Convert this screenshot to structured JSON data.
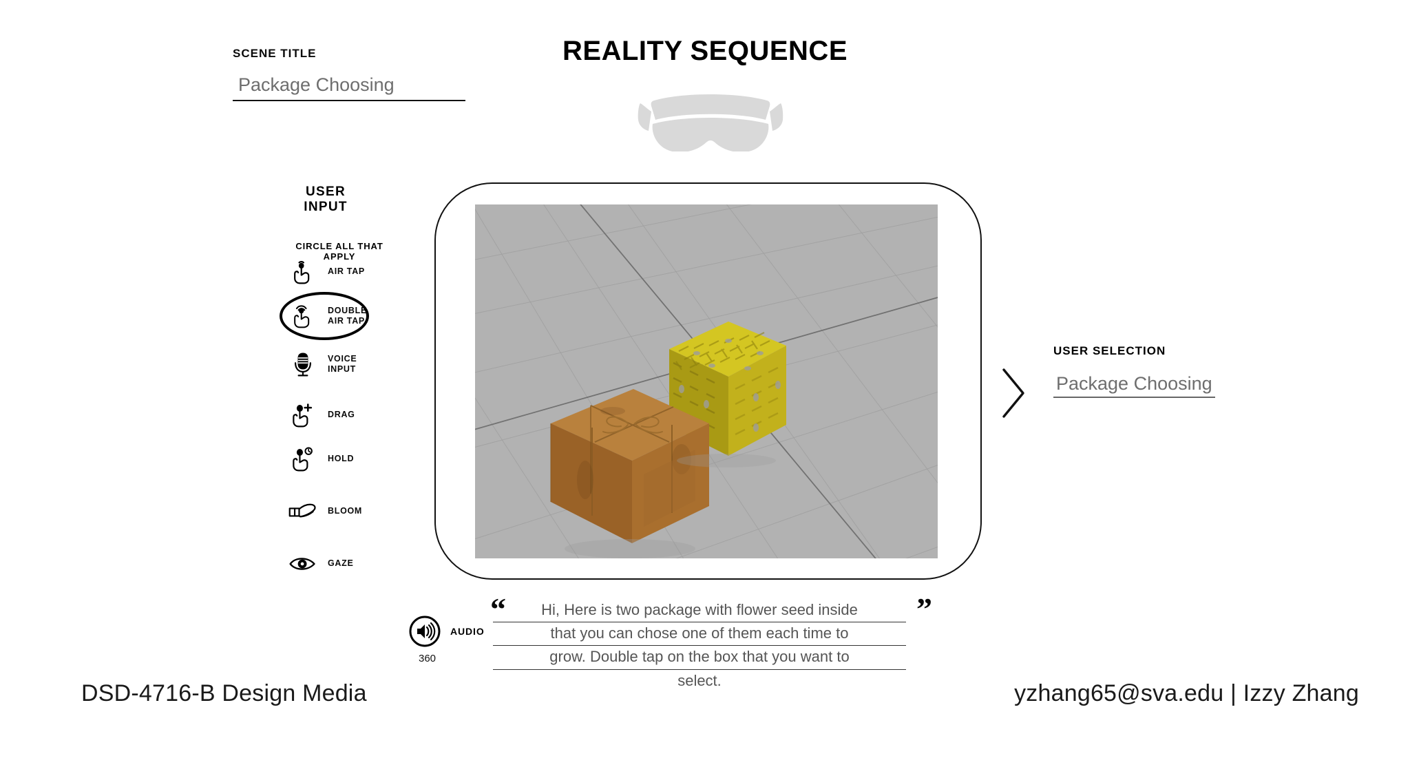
{
  "header": {
    "main_heading": "REALITY SEQUENCE",
    "scene_title_label": "SCENE TITLE",
    "scene_title_value": "Package Choosing",
    "headset_icon": "ar-headset-icon"
  },
  "user_input": {
    "section_label": "USER INPUT",
    "instruction": "CIRCLE ALL THAT APPLY",
    "selected": "DOUBLE AIR TAP",
    "options": [
      {
        "label": "AIR TAP",
        "icon": "air-tap-icon",
        "selected": false
      },
      {
        "label": "DOUBLE\nAIR TAP",
        "icon": "double-air-tap-icon",
        "selected": true
      },
      {
        "label": "VOICE\nINPUT",
        "icon": "microphone-icon",
        "selected": false
      },
      {
        "label": "DRAG",
        "icon": "drag-icon",
        "selected": false
      },
      {
        "label": "HOLD",
        "icon": "hold-icon",
        "selected": false
      },
      {
        "label": "BLOOM",
        "icon": "bloom-hand-icon",
        "selected": false
      },
      {
        "label": "GAZE",
        "icon": "eye-gaze-icon",
        "selected": false
      }
    ]
  },
  "scene": {
    "description": "3D grey gridded floor with two packages",
    "background_color": "#b2b2b2",
    "objects": [
      {
        "name": "brown-parcel-box",
        "color": "#b3752f",
        "detail": "kraft paper box tied with twine bow"
      },
      {
        "name": "yellow-lattice-box",
        "color": "#c7bb1c",
        "detail": "gold woven lattice cube"
      }
    ]
  },
  "audio": {
    "label": "AUDIO",
    "mode": "360",
    "icon": "speaker-icon"
  },
  "caption": {
    "open_quote": "“",
    "close_quote": "”",
    "lines": [
      "Hi, Here is two package with flower seed inside",
      "that you can chose one of them each time to",
      "grow. Double tap on the box that you want to",
      "select."
    ]
  },
  "user_selection": {
    "label": "USER SELECTION",
    "value": "Package Choosing",
    "arrow_icon": "chevron-right-icon"
  },
  "footer": {
    "left": "DSD-4716-B Design Media",
    "right": "yzhang65@sva.edu | Izzy Zhang"
  },
  "colors": {
    "ink": "#000000",
    "muted_text": "#6e6e6e",
    "headset_gray": "#d9d9d9",
    "scene_gray": "#b2b2b2"
  }
}
